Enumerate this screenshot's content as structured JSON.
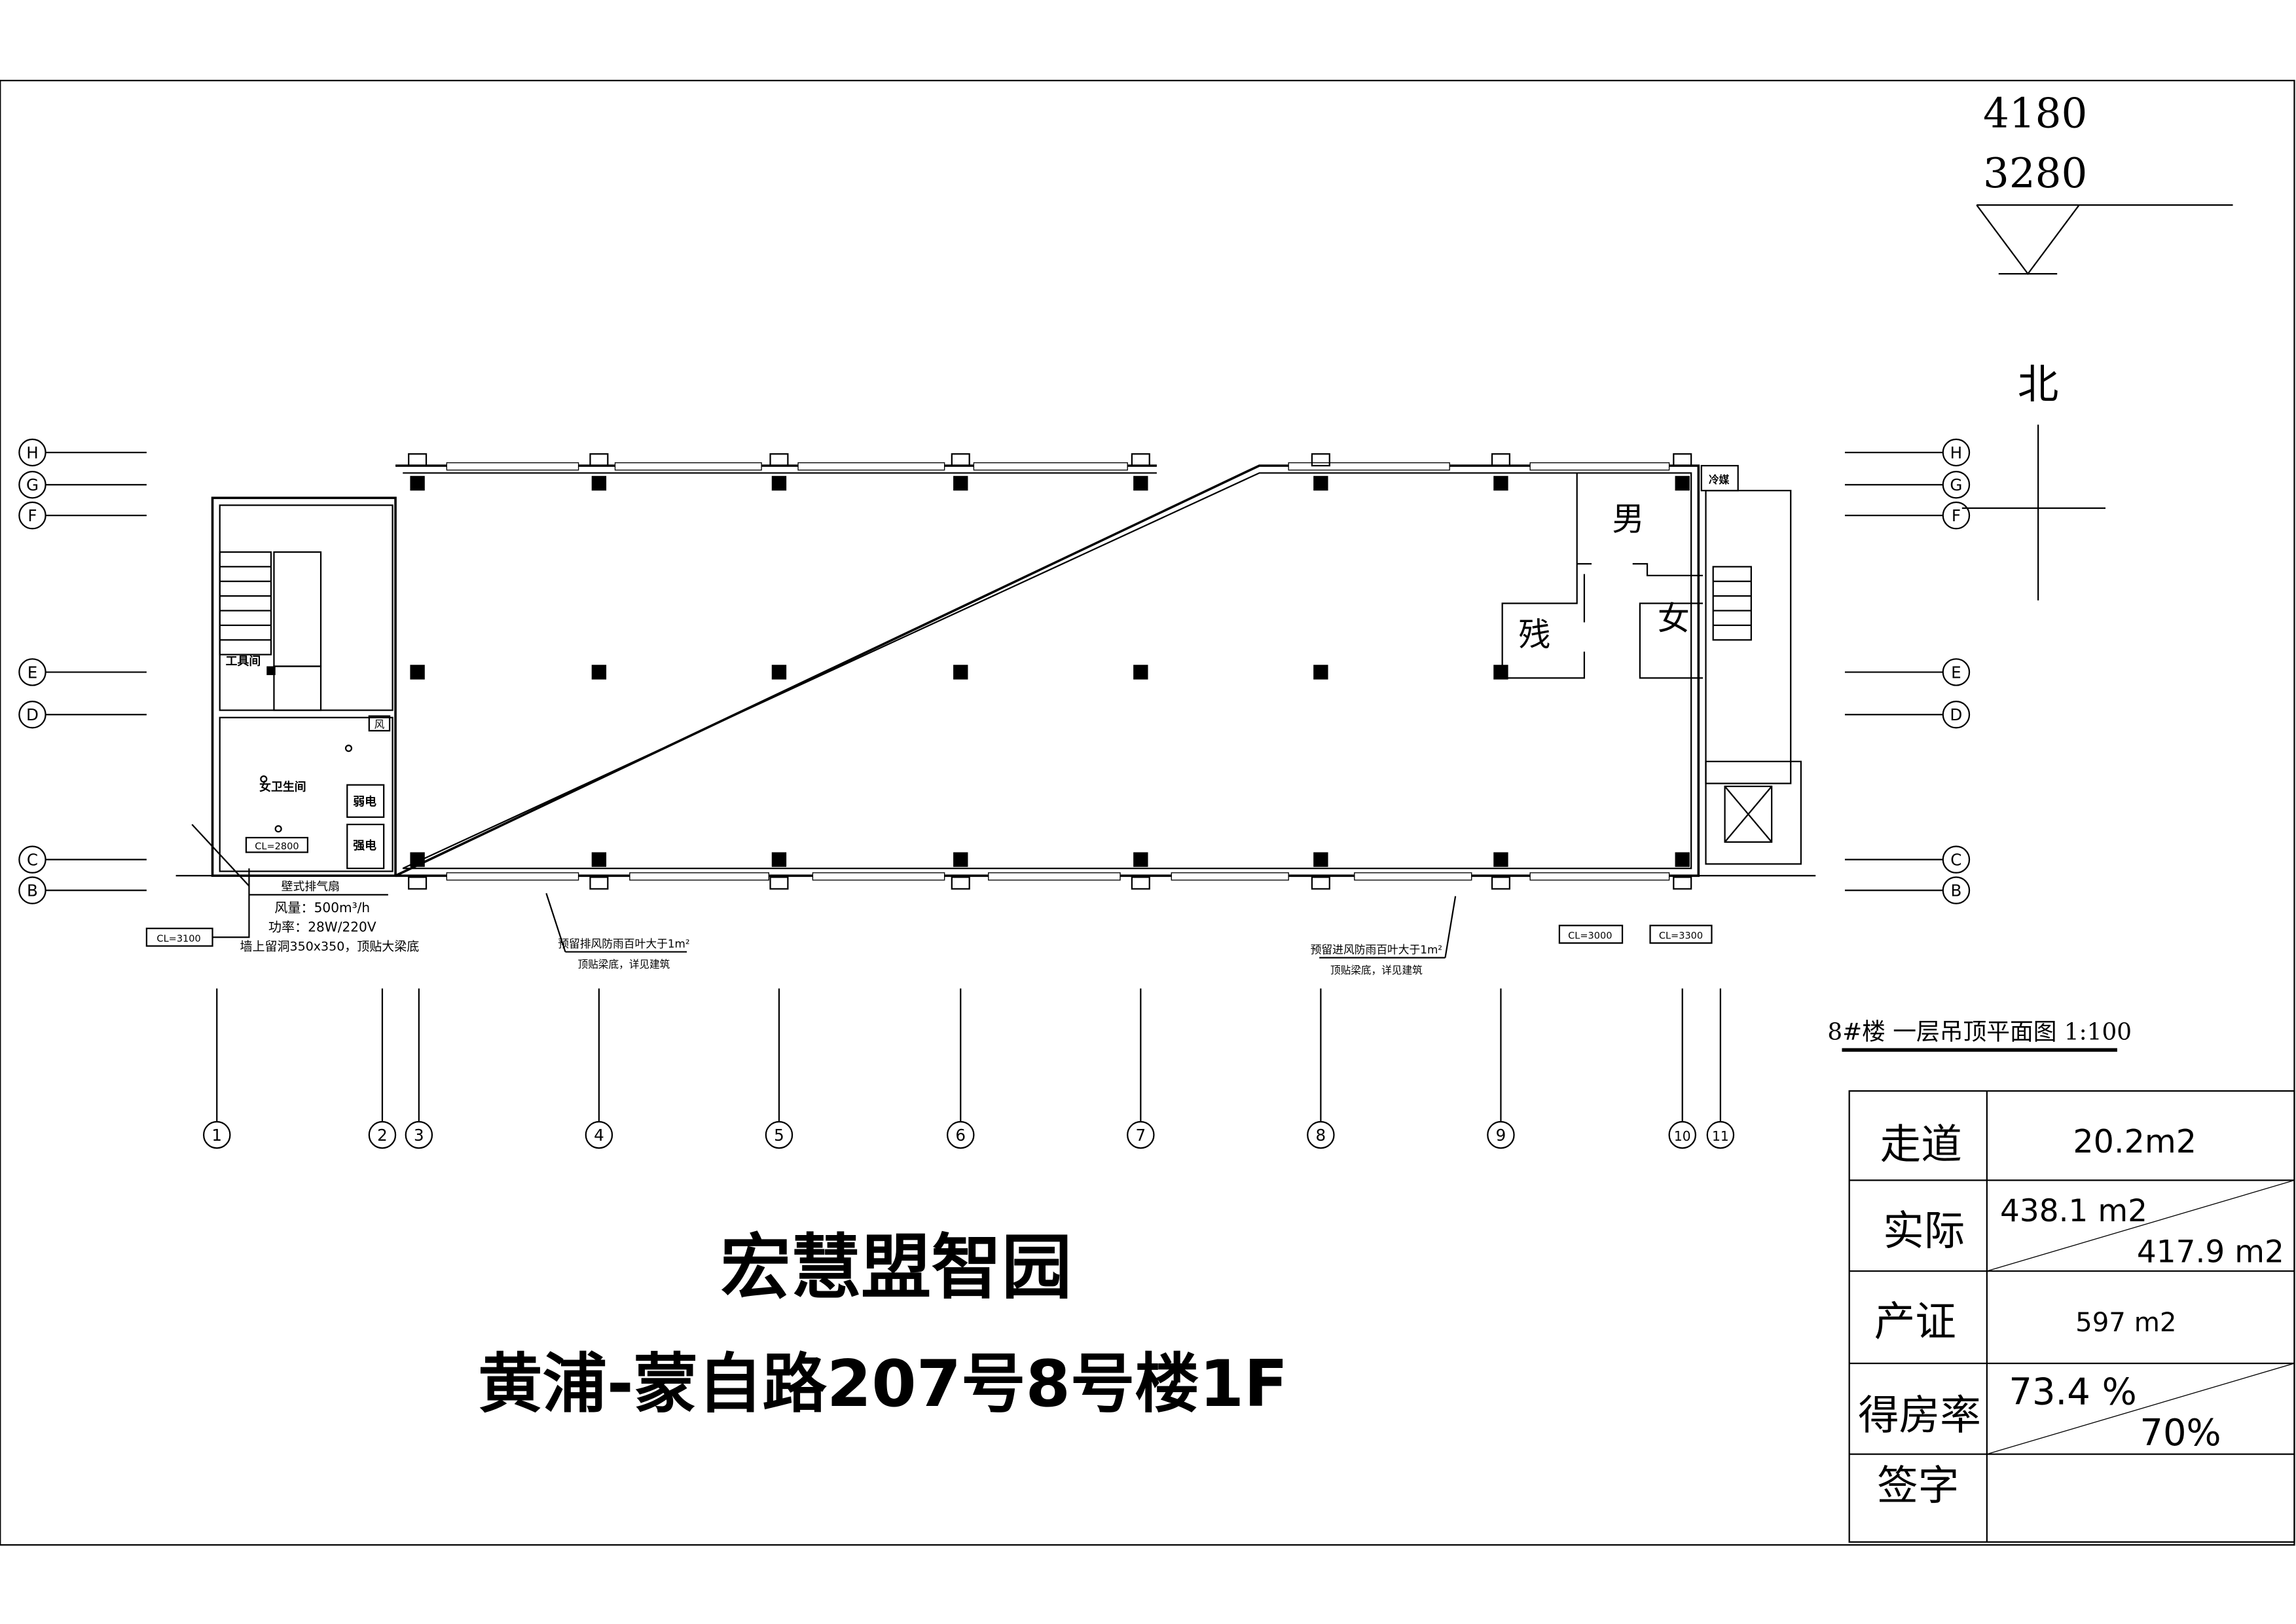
{
  "elevation": {
    "upper": "4180",
    "lower": "3280"
  },
  "north_label": "北",
  "row_axes": [
    "H",
    "G",
    "F",
    "E",
    "D",
    "C",
    "B"
  ],
  "column_axes": [
    "1",
    "2",
    "3",
    "4",
    "5",
    "6",
    "7",
    "8",
    "9",
    "10",
    "11"
  ],
  "rooms": {
    "men": "男",
    "women": "女",
    "accessible": "残",
    "tool_room": "工具间",
    "female_wc": "女卫生间",
    "weak_power": "弱电",
    "strong_power": "强电",
    "refrigerant": "冷媒",
    "fan_symbol": "风"
  },
  "ceiling_levels": {
    "wc": "CL=2800",
    "left": "CL=3100",
    "mid": "CL=3000",
    "right": "CL=3300"
  },
  "fan_note": {
    "title": "壁式排气扇",
    "airflow": "风量：500m³/h",
    "power": "功率：28W/220V",
    "opening": "墙上留洞350x350，顶贴大梁底"
  },
  "louver_notes": [
    {
      "line1": "预留排风防雨百叶大于1m²",
      "line2": "顶贴梁底，详见建筑"
    },
    {
      "line1": "预留进风防雨百叶大于1m²",
      "line2": "顶贴梁底，详见建筑"
    }
  ],
  "drawing_title": "8#楼 一层吊顶平面图 1:100",
  "project": {
    "name": "宏慧盟智园",
    "address": "黄浦-蒙自路207号8号楼1F"
  },
  "area_table": {
    "corridor": {
      "label": "走道",
      "value": "20.2m2"
    },
    "actual": {
      "label": "实际",
      "value_a": "438.1 m2",
      "value_b": "417.9 m2"
    },
    "certificate": {
      "label": "产证",
      "value": "597 m2"
    },
    "ratio": {
      "label": "得房率",
      "value_a": "73.4 %",
      "value_b": "70%"
    },
    "signature": {
      "label": "签字",
      "value": ""
    }
  }
}
